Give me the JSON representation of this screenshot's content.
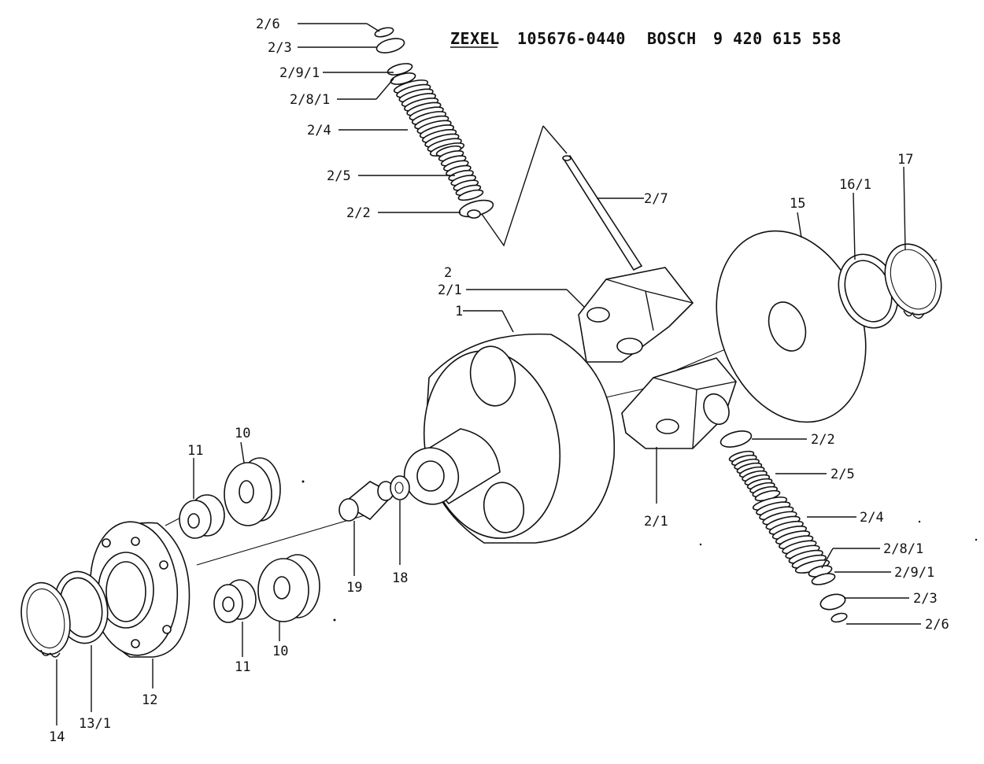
{
  "header": {
    "brand1": "ZEXEL",
    "part1": "105676-0440",
    "brand2": "BOSCH",
    "part2": "9 420 615 558"
  },
  "labels": {
    "l_2_6_top": "2/6",
    "l_2_3_top": "2/3",
    "l_2_9_1_top": "2/9/1",
    "l_2_8_1_top": "2/8/1",
    "l_2_4_top": "2/4",
    "l_2_5_top": "2/5",
    "l_2_2_top": "2/2",
    "l_2_7": "2/7",
    "l_15": "15",
    "l_16_1": "16/1",
    "l_17": "17",
    "l_2": "2",
    "l_2_1_top": "2/1",
    "l_1": "1",
    "l_2_2_bot": "2/2",
    "l_2_5_bot": "2/5",
    "l_2_4_bot": "2/4",
    "l_2_8_1_bot": "2/8/1",
    "l_2_9_1_bot": "2/9/1",
    "l_2_3_bot": "2/3",
    "l_2_6_bot": "2/6",
    "l_2_1_bot": "2/1",
    "l_10_top": "10",
    "l_11_top": "11",
    "l_19": "19",
    "l_18": "18",
    "l_11_bot": "11",
    "l_10_bot": "10",
    "l_12": "12",
    "l_13_1": "13/1",
    "l_14": "14"
  }
}
